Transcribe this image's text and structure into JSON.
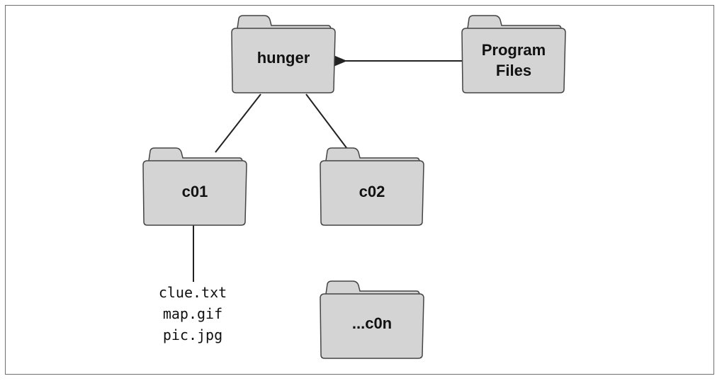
{
  "diagram": {
    "folders": {
      "hunger": "hunger",
      "program_files_line1": "Program",
      "program_files_line2": "Files",
      "c01": "c01",
      "c02": "c02",
      "c0n": "...c0n"
    },
    "files": [
      "clue.txt",
      "map.gif",
      "pic.jpg"
    ],
    "colors": {
      "folder_fill": "#d4d4d4",
      "folder_stroke": "#444444",
      "line": "#222222"
    }
  }
}
